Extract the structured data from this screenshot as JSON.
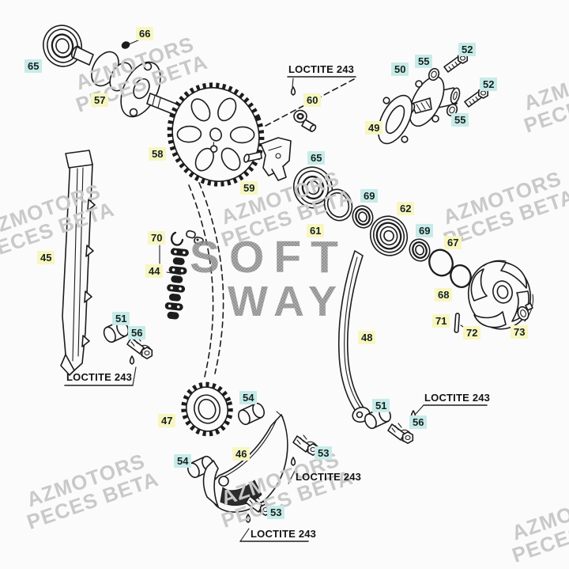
{
  "diagram": {
    "background": "#fbfbfb",
    "line_color": "#1c1c1c",
    "highlight_yellow": "#f8f6c0",
    "highlight_cyan": "#c7ebe8"
  },
  "watermark": {
    "line1": "AZMOTORS",
    "line2": "PECES BETA",
    "center_line1": "SOFT",
    "center_line2": "WAY",
    "color": "#c9c9c9"
  },
  "loctite_note": "LOCTITE 243",
  "parts": [
    {
      "num": "66",
      "highlight": "yellow"
    },
    {
      "num": "65",
      "highlight": "cyan"
    },
    {
      "num": "57",
      "highlight": "yellow"
    },
    {
      "num": "58",
      "highlight": "yellow"
    },
    {
      "num": "59",
      "highlight": "yellow"
    },
    {
      "num": "60",
      "highlight": "yellow"
    },
    {
      "num": "52",
      "highlight": "cyan"
    },
    {
      "num": "55",
      "highlight": "cyan"
    },
    {
      "num": "50",
      "highlight": "cyan"
    },
    {
      "num": "52",
      "highlight": "cyan"
    },
    {
      "num": "55",
      "highlight": "cyan"
    },
    {
      "num": "49",
      "highlight": "yellow"
    },
    {
      "num": "65",
      "highlight": "cyan"
    },
    {
      "num": "69",
      "highlight": "cyan"
    },
    {
      "num": "62",
      "highlight": "yellow"
    },
    {
      "num": "61",
      "highlight": "yellow"
    },
    {
      "num": "69",
      "highlight": "cyan"
    },
    {
      "num": "67",
      "highlight": "yellow"
    },
    {
      "num": "68",
      "highlight": "yellow"
    },
    {
      "num": "71",
      "highlight": "yellow"
    },
    {
      "num": "72",
      "highlight": "yellow"
    },
    {
      "num": "73",
      "highlight": "yellow"
    },
    {
      "num": "48",
      "highlight": "yellow"
    },
    {
      "num": "45",
      "highlight": "yellow"
    },
    {
      "num": "70",
      "highlight": "yellow"
    },
    {
      "num": "44",
      "highlight": "yellow"
    },
    {
      "num": "51",
      "highlight": "cyan"
    },
    {
      "num": "56",
      "highlight": "cyan"
    },
    {
      "num": "47",
      "highlight": "yellow"
    },
    {
      "num": "54",
      "highlight": "cyan"
    },
    {
      "num": "54",
      "highlight": "cyan"
    },
    {
      "num": "46",
      "highlight": "yellow"
    },
    {
      "num": "53",
      "highlight": "cyan"
    },
    {
      "num": "53",
      "highlight": "cyan"
    },
    {
      "num": "51",
      "highlight": "cyan"
    },
    {
      "num": "56",
      "highlight": "cyan"
    }
  ]
}
